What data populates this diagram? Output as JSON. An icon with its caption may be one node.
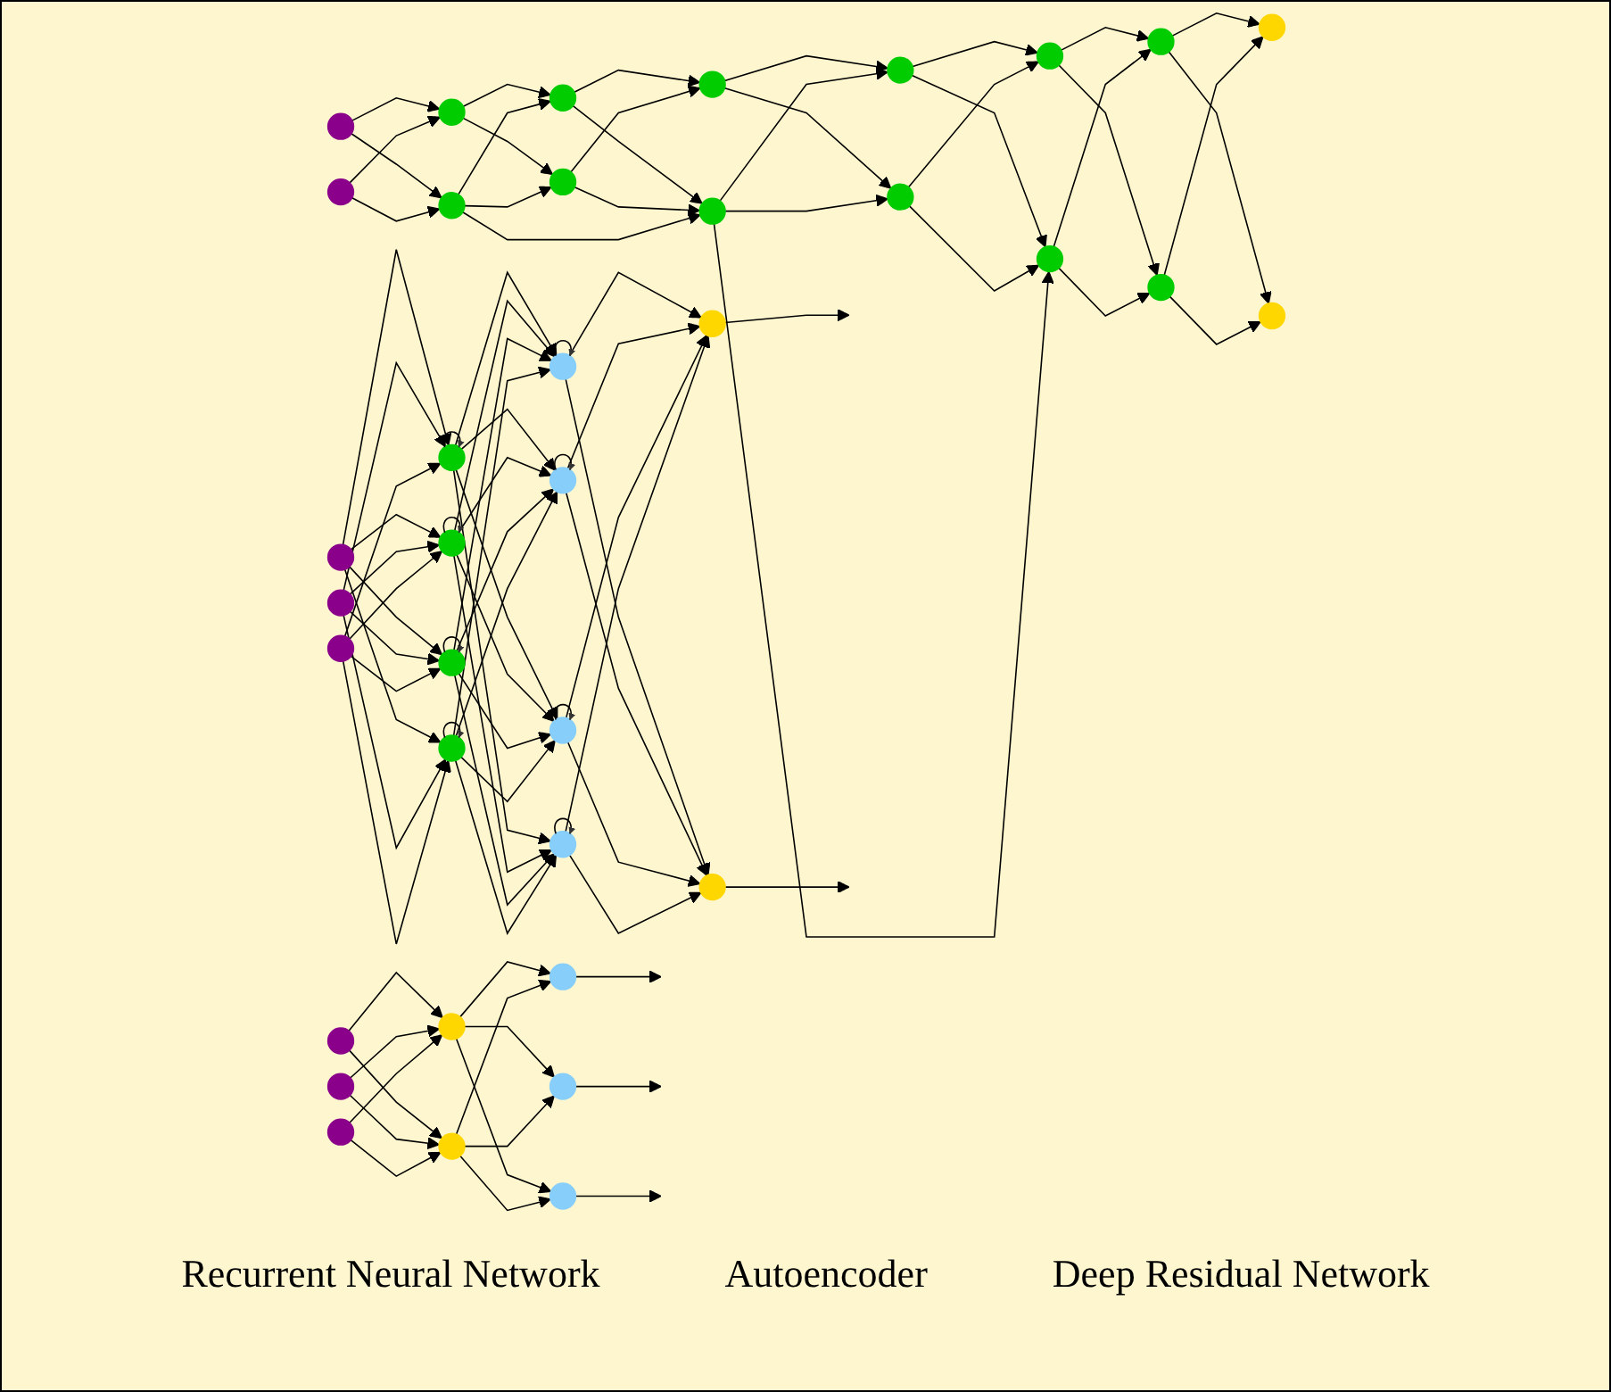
{
  "diagram": {
    "nodes": [
      {
        "text": [],
        "shape": "circle"
      },
      {
        "text": [],
        "shape": "circle"
      },
      {
        "text": [],
        "shape": "circle"
      },
      {
        "text": [],
        "shape": "circle"
      },
      {
        "text": [],
        "shape": "circle"
      },
      {
        "text": [],
        "shape": "circle"
      },
      {
        "text": [],
        "shape": "circle"
      },
      {
        "text": [],
        "shape": "circle"
      },
      {
        "text": [],
        "shape": "circle"
      },
      {
        "text": [],
        "shape": "circle"
      },
      {
        "text": [],
        "shape": "circle"
      },
      {
        "text": [],
        "shape": "circle"
      },
      {
        "text": [],
        "shape": "circle"
      },
      {
        "text": [],
        "shape": "circle"
      },
      {
        "text": [],
        "shape": "circle"
      },
      {
        "text": [],
        "shape": "circle"
      },
      {
        "text": [],
        "shape": "circle"
      },
      {
        "text": [],
        "shape": "circle"
      },
      {
        "text": [],
        "shape": "circle"
      },
      {
        "text": [],
        "shape": "circle"
      },
      {
        "text": [],
        "shape": "circle"
      },
      {
        "text": [],
        "shape": "circle"
      },
      {
        "text": [],
        "shape": "circle"
      },
      {
        "text": [],
        "shape": "circle"
      },
      {
        "text": [],
        "shape": "circle"
      },
      {
        "text": [],
        "shape": "circle"
      },
      {
        "text": [],
        "shape": "circle"
      },
      {
        "text": [],
        "shape": "circle"
      },
      {
        "text": [],
        "shape": "circle"
      },
      {
        "text": [],
        "shape": "circle"
      },
      {
        "text": [],
        "shape": "circle"
      },
      {
        "text": [],
        "shape": "circle"
      },
      {
        "text": [],
        "shape": "circle"
      },
      {
        "text": [],
        "shape": "circle"
      },
      {
        "text": [],
        "shape": "circle"
      },
      {
        "text": [],
        "shape": "circle"
      },
      {
        "text": [],
        "shape": "circle"
      }
    ],
    "edges": [
      {
        "from": 0,
        "to": 3,
        "arrow": "to"
      },
      {
        "from": 0,
        "to": 4,
        "arrow": "to"
      },
      {
        "from": 0,
        "to": 5,
        "arrow": "to"
      },
      {
        "from": 0,
        "to": 6,
        "arrow": "to"
      },
      {
        "from": 1,
        "to": 3,
        "arrow": "to"
      },
      {
        "from": 1,
        "to": 4,
        "arrow": "to"
      },
      {
        "from": 1,
        "to": 5,
        "arrow": "to"
      },
      {
        "from": 1,
        "to": 6,
        "arrow": "to"
      },
      {
        "from": 2,
        "to": 3,
        "arrow": "to"
      },
      {
        "from": 2,
        "to": 4,
        "arrow": "to"
      },
      {
        "from": 2,
        "to": 5,
        "arrow": "to"
      },
      {
        "from": 2,
        "to": 6,
        "arrow": "to"
      },
      {
        "from": 3,
        "to": 3,
        "arrow": "to"
      },
      {
        "from": 4,
        "to": 4,
        "arrow": "to"
      },
      {
        "from": 5,
        "to": 5,
        "arrow": "to"
      },
      {
        "from": 6,
        "to": 6,
        "arrow": "to"
      },
      {
        "from": 3,
        "to": 7,
        "arrow": "to"
      },
      {
        "from": 3,
        "to": 8,
        "arrow": "to"
      },
      {
        "from": 3,
        "to": 9,
        "arrow": "to"
      },
      {
        "from": 3,
        "to": 10,
        "arrow": "to"
      },
      {
        "from": 4,
        "to": 7,
        "arrow": "to"
      },
      {
        "from": 4,
        "to": 8,
        "arrow": "to"
      },
      {
        "from": 4,
        "to": 9,
        "arrow": "to"
      },
      {
        "from": 4,
        "to": 10,
        "arrow": "to"
      },
      {
        "from": 5,
        "to": 7,
        "arrow": "to"
      },
      {
        "from": 5,
        "to": 8,
        "arrow": "to"
      },
      {
        "from": 5,
        "to": 9,
        "arrow": "to"
      },
      {
        "from": 5,
        "to": 10,
        "arrow": "to"
      },
      {
        "from": 6,
        "to": 7,
        "arrow": "to"
      },
      {
        "from": 6,
        "to": 8,
        "arrow": "to"
      },
      {
        "from": 6,
        "to": 9,
        "arrow": "to"
      },
      {
        "from": 6,
        "to": 10,
        "arrow": "to"
      },
      {
        "from": 7,
        "to": 7,
        "arrow": "to"
      },
      {
        "from": 8,
        "to": 8,
        "arrow": "to"
      },
      {
        "from": 9,
        "to": 9,
        "arrow": "to"
      },
      {
        "from": 10,
        "to": 10,
        "arrow": "to"
      },
      {
        "from": 7,
        "to": 11,
        "arrow": "to"
      },
      {
        "from": 7,
        "to": 12,
        "arrow": "to"
      },
      {
        "from": 8,
        "to": 11,
        "arrow": "to"
      },
      {
        "from": 8,
        "to": 12,
        "arrow": "to"
      },
      {
        "from": 9,
        "to": 11,
        "arrow": "to"
      },
      {
        "from": 9,
        "to": 12,
        "arrow": "to"
      },
      {
        "from": 10,
        "to": 11,
        "arrow": "to"
      },
      {
        "from": 10,
        "to": 12,
        "arrow": "to"
      },
      {
        "from": 11,
        "to": null,
        "arrow": "to"
      },
      {
        "from": 12,
        "to": null,
        "arrow": "to"
      },
      {
        "from": 13,
        "to": 16,
        "arrow": "to"
      },
      {
        "from": 13,
        "to": 17,
        "arrow": "to"
      },
      {
        "from": 14,
        "to": 16,
        "arrow": "to"
      },
      {
        "from": 14,
        "to": 17,
        "arrow": "to"
      },
      {
        "from": 15,
        "to": 16,
        "arrow": "to"
      },
      {
        "from": 15,
        "to": 17,
        "arrow": "to"
      },
      {
        "from": 16,
        "to": 18,
        "arrow": "to"
      },
      {
        "from": 16,
        "to": 19,
        "arrow": "to"
      },
      {
        "from": 16,
        "to": 20,
        "arrow": "to"
      },
      {
        "from": 17,
        "to": 18,
        "arrow": "to"
      },
      {
        "from": 17,
        "to": 19,
        "arrow": "to"
      },
      {
        "from": 17,
        "to": 20,
        "arrow": "to"
      },
      {
        "from": 18,
        "to": null,
        "arrow": "to"
      },
      {
        "from": 19,
        "to": null,
        "arrow": "to"
      },
      {
        "from": 20,
        "to": null,
        "arrow": "to"
      },
      {
        "from": 21,
        "to": 23,
        "arrow": "to"
      },
      {
        "from": 21,
        "to": 24,
        "arrow": "to"
      },
      {
        "from": 22,
        "to": 23,
        "arrow": "to"
      },
      {
        "from": 22,
        "to": 24,
        "arrow": "to"
      },
      {
        "from": 23,
        "to": 25,
        "arrow": "to"
      },
      {
        "from": 23,
        "to": 26,
        "arrow": "to"
      },
      {
        "from": 24,
        "to": 25,
        "arrow": "to"
      },
      {
        "from": 24,
        "to": 26,
        "arrow": "to"
      },
      {
        "from": 23,
        "to": 27,
        "arrow": "to"
      },
      {
        "from": 25,
        "to": 27,
        "arrow": "to"
      },
      {
        "from": 25,
        "to": 28,
        "arrow": "to"
      },
      {
        "from": 26,
        "to": 27,
        "arrow": "to"
      },
      {
        "from": 26,
        "to": 28,
        "arrow": "to"
      },
      {
        "from": 27,
        "to": 29,
        "arrow": "to"
      },
      {
        "from": 27,
        "to": 30,
        "arrow": "to"
      },
      {
        "from": 28,
        "to": 29,
        "arrow": "to"
      },
      {
        "from": 28,
        "to": 30,
        "arrow": "to"
      },
      {
        "from": 27,
        "to": 31,
        "arrow": "to"
      },
      {
        "from": 29,
        "to": 31,
        "arrow": "to"
      },
      {
        "from": 29,
        "to": 32,
        "arrow": "to"
      },
      {
        "from": 30,
        "to": 31,
        "arrow": "to"
      },
      {
        "from": 30,
        "to": 32,
        "arrow": "to"
      },
      {
        "from": 31,
        "to": 33,
        "arrow": "to"
      },
      {
        "from": 31,
        "to": 34,
        "arrow": "to"
      },
      {
        "from": 32,
        "to": 33,
        "arrow": "to"
      },
      {
        "from": 32,
        "to": 34,
        "arrow": "to"
      },
      {
        "from": 33,
        "to": 35,
        "arrow": "to"
      },
      {
        "from": 33,
        "to": 36,
        "arrow": "to"
      },
      {
        "from": 34,
        "to": 35,
        "arrow": "to"
      },
      {
        "from": 34,
        "to": 36,
        "arrow": "to"
      }
    ],
    "labels": [
      "Recurrent Neural Network",
      "Autoencoder",
      "Deep Residual Network"
    ]
  }
}
